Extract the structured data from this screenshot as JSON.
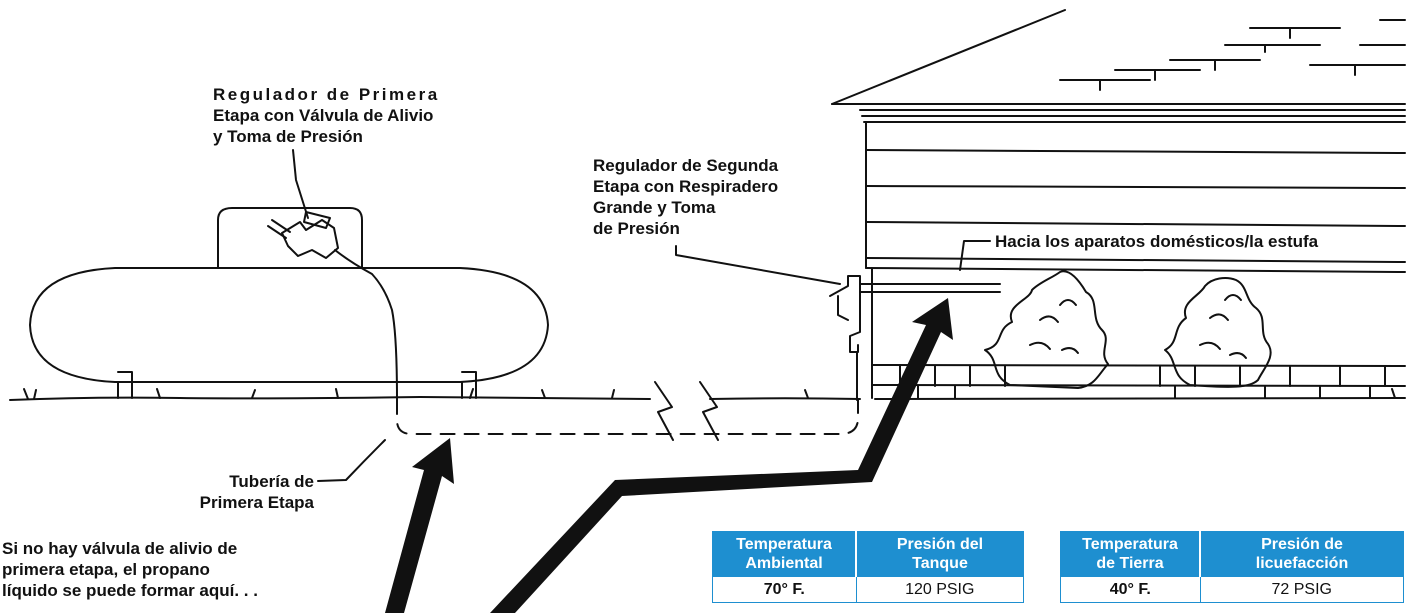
{
  "labels": {
    "first_stage_regulator": [
      "Regulador de Primera",
      "Etapa con Válvula de Alivio",
      "y Toma de Presión"
    ],
    "second_stage_regulator": [
      "Regulador de Segunda",
      "Etapa con Respiradero",
      "Grande y Toma",
      "de Presión"
    ],
    "appliances": "Hacia los aparatos domésticos/la estufa",
    "first_stage_pipe": [
      "Tubería de",
      "Primera Etapa"
    ],
    "warning": [
      "Si no hay válvula de alivio de",
      "primera etapa, el propano",
      "líquido se puede formar aquí. . ."
    ]
  },
  "table_ambient": {
    "headers": [
      "Temperatura Ambiental",
      "Presión del Tanque"
    ],
    "header_lines": [
      [
        "Temperatura",
        "Ambiental"
      ],
      [
        "Presión del",
        "Tanque"
      ]
    ],
    "row": [
      "70° F.",
      "120 PSIG"
    ]
  },
  "table_ground": {
    "headers": [
      "Temperatura de Tierra",
      "Presión de licuefacción"
    ],
    "header_lines": [
      [
        "Temperatura",
        "de Tierra"
      ],
      [
        "Presión de",
        "licuefacción"
      ]
    ],
    "row": [
      "40° F.",
      "72 PSIG"
    ]
  },
  "colors": {
    "table_header": "#1e8fd0",
    "line": "#111111",
    "background": "#ffffff"
  }
}
